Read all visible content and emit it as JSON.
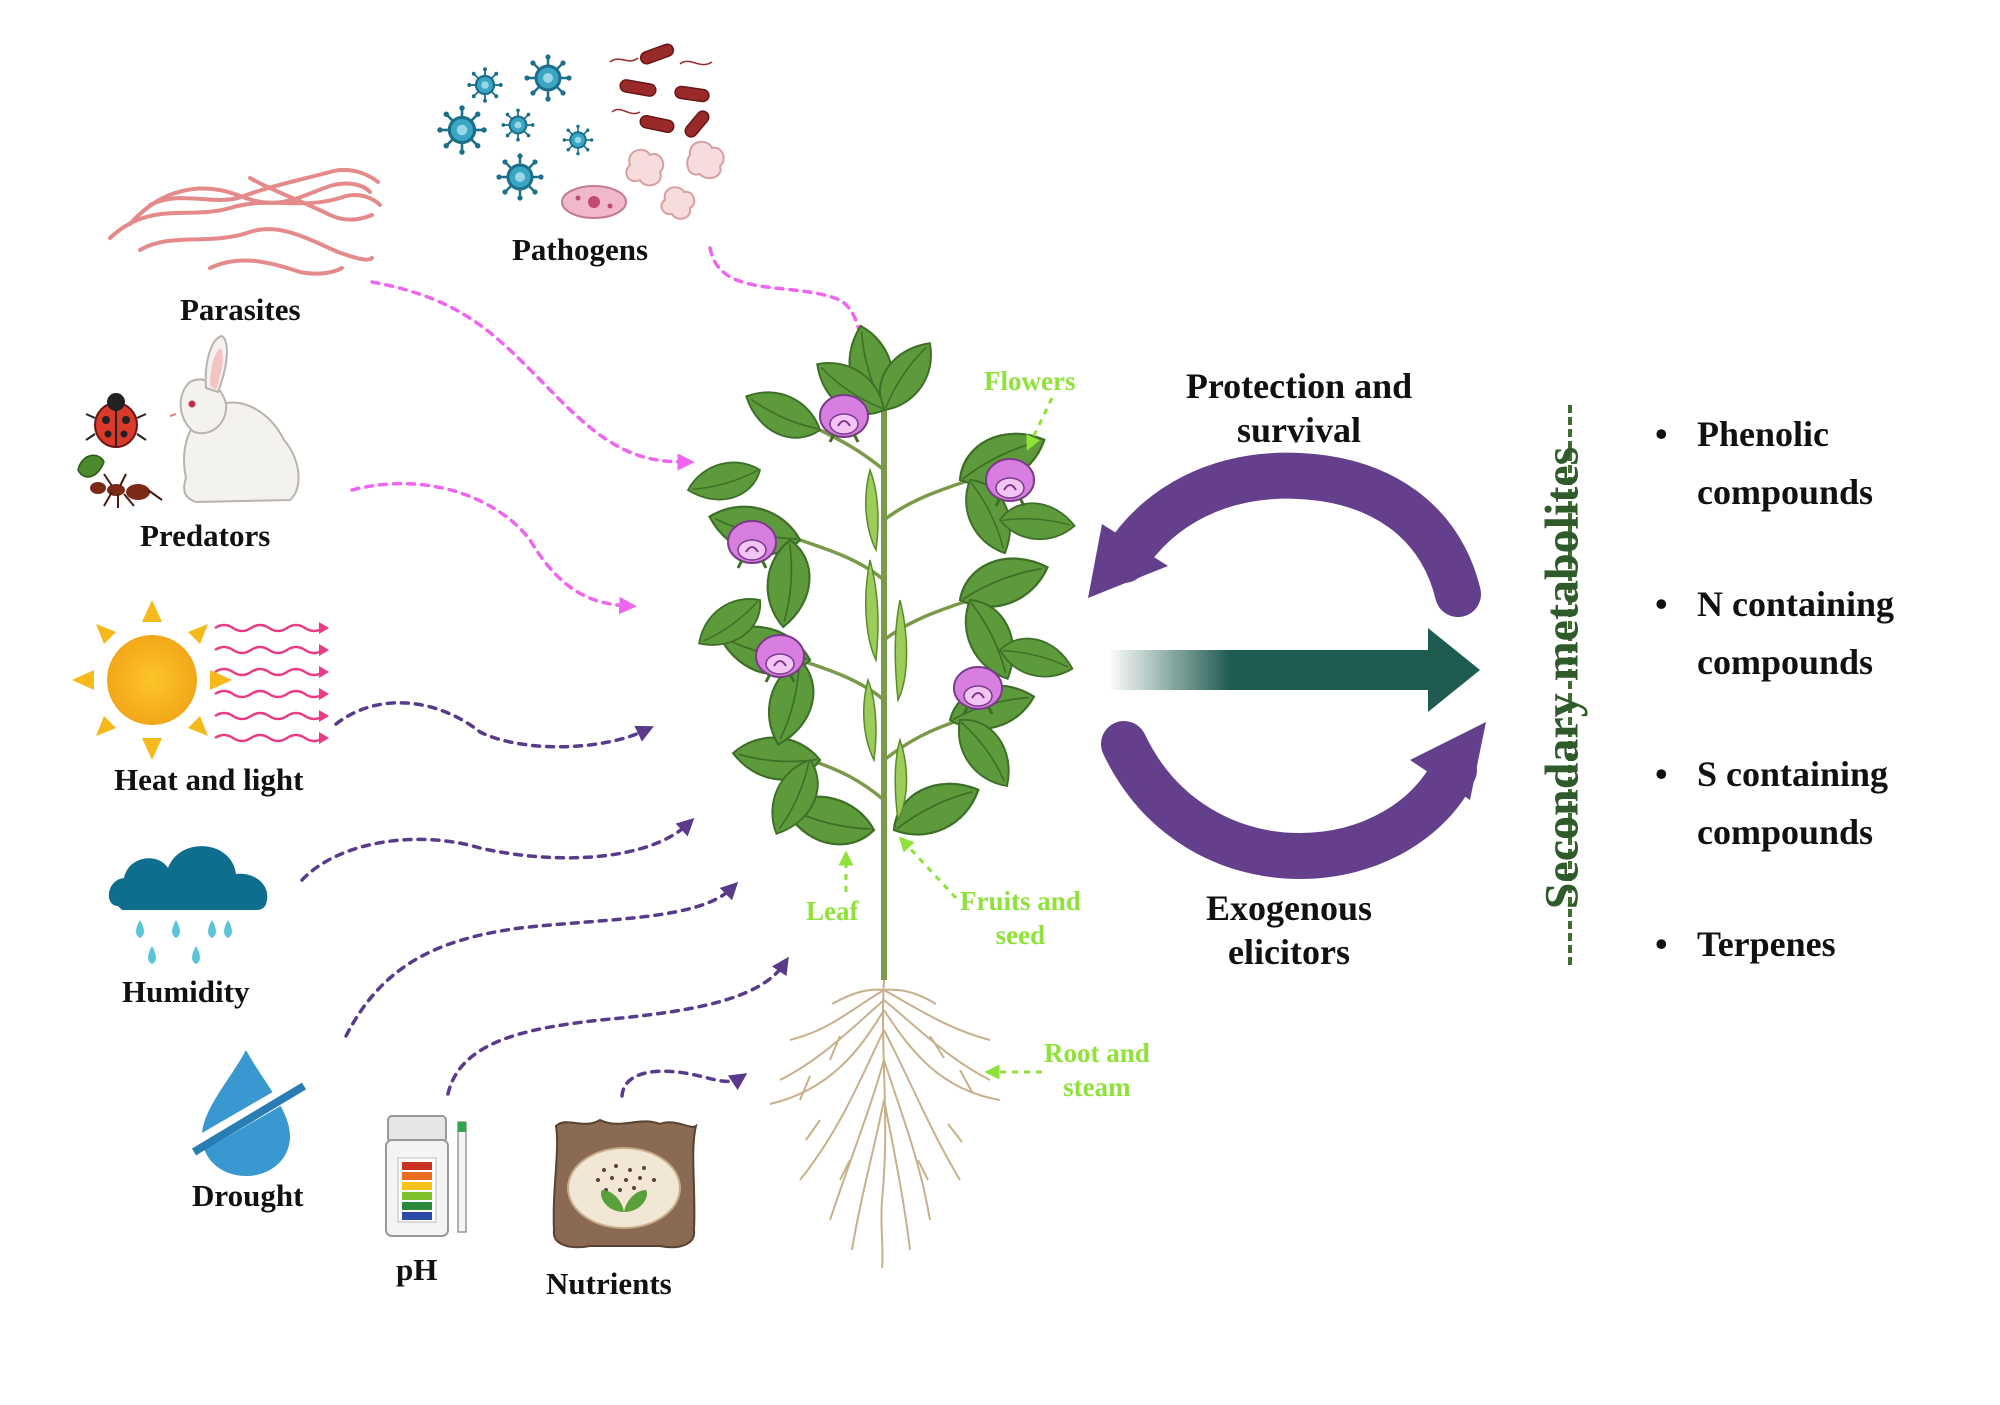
{
  "stressors": {
    "parasites": "Parasites",
    "pathogens": "Pathogens",
    "predators": "Predators",
    "heat_light": "Heat and light",
    "humidity": "Humidity",
    "drought": "Drought",
    "ph": "pH",
    "nutrients": "Nutrients"
  },
  "plant_parts": {
    "flowers": "Flowers",
    "leaf": "Leaf",
    "fruits_line1": "Fruits and",
    "fruits_line2": "seed",
    "root_line1": "Root and",
    "root_line2": "steam"
  },
  "cycle": {
    "top_line1": "Protection and",
    "top_line2": "survival",
    "bottom_line1": "Exogenous",
    "bottom_line2": "elicitors"
  },
  "secondary_metabolites": {
    "title": "Secondary metabolites",
    "items": [
      {
        "line1": "Phenolic",
        "line2": "compounds"
      },
      {
        "line1": "N containing",
        "line2": "compounds"
      },
      {
        "line1": "S containing",
        "line2": "compounds"
      },
      {
        "line1": "Terpenes",
        "line2": ""
      }
    ]
  },
  "colors": {
    "biotic_arrow": "#ee66ee",
    "abiotic_arrow": "#5a3a8a",
    "plant_label": "#8ee23a",
    "cycle_arrow": "#64408c",
    "center_arrow": "#1e5b50",
    "metabolite_title": "#2f5a2a"
  }
}
